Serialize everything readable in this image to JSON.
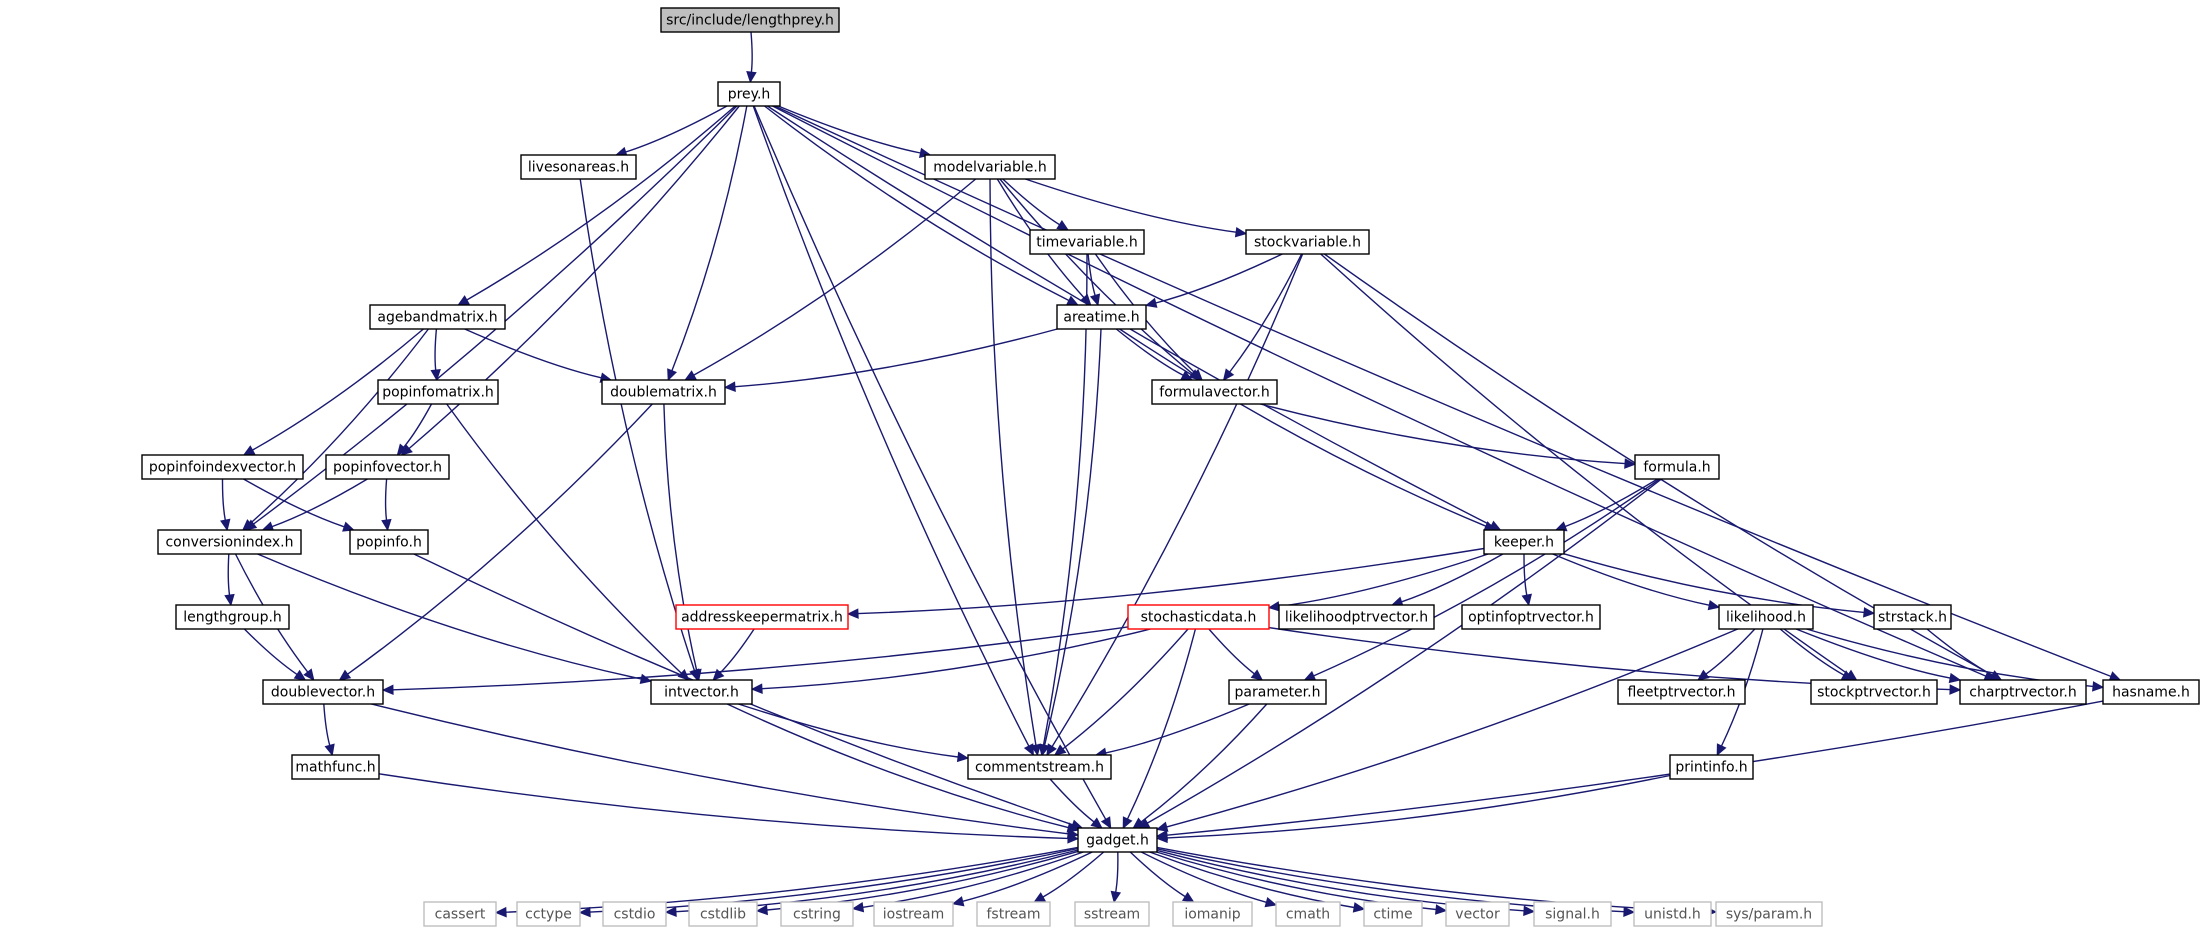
{
  "colors": {
    "edge": "#191970",
    "node_border": "#000000",
    "root_fill": "#bfbfbf",
    "highlight_border": "#ff0000",
    "system_border": "#bfbfbf",
    "system_text": "#555555"
  },
  "nodes": [
    {
      "id": "root",
      "label": "src/include/lengthprey.h",
      "style": "root"
    },
    {
      "id": "prey",
      "label": "prey.h",
      "style": "normal"
    },
    {
      "id": "livesonareas",
      "label": "livesonareas.h",
      "style": "normal"
    },
    {
      "id": "modelvariable",
      "label": "modelvariable.h",
      "style": "normal"
    },
    {
      "id": "timevariable",
      "label": "timevariable.h",
      "style": "normal"
    },
    {
      "id": "stockvariable",
      "label": "stockvariable.h",
      "style": "normal"
    },
    {
      "id": "agebandmatrix",
      "label": "agebandmatrix.h",
      "style": "normal"
    },
    {
      "id": "areatime",
      "label": "areatime.h",
      "style": "normal"
    },
    {
      "id": "popinfomatrix",
      "label": "popinfomatrix.h",
      "style": "normal"
    },
    {
      "id": "doublematrix",
      "label": "doublematrix.h",
      "style": "normal"
    },
    {
      "id": "formulavector",
      "label": "formulavector.h",
      "style": "normal"
    },
    {
      "id": "popinfoindexvector",
      "label": "popinfoindexvector.h",
      "style": "normal"
    },
    {
      "id": "popinfovector",
      "label": "popinfovector.h",
      "style": "normal"
    },
    {
      "id": "formula",
      "label": "formula.h",
      "style": "normal"
    },
    {
      "id": "conversionindex",
      "label": "conversionindex.h",
      "style": "normal"
    },
    {
      "id": "popinfo",
      "label": "popinfo.h",
      "style": "normal"
    },
    {
      "id": "keeper",
      "label": "keeper.h",
      "style": "normal"
    },
    {
      "id": "lengthgroup",
      "label": "lengthgroup.h",
      "style": "normal"
    },
    {
      "id": "addresskeepermatrix",
      "label": "addresskeepermatrix.h",
      "style": "highlight"
    },
    {
      "id": "stochasticdata",
      "label": "stochasticdata.h",
      "style": "highlight"
    },
    {
      "id": "likelihoodptrvector",
      "label": "likelihoodptrvector.h",
      "style": "normal"
    },
    {
      "id": "optinfoptrvector",
      "label": "optinfoptrvector.h",
      "style": "normal"
    },
    {
      "id": "likelihood",
      "label": "likelihood.h",
      "style": "normal"
    },
    {
      "id": "strstack",
      "label": "strstack.h",
      "style": "normal"
    },
    {
      "id": "doublevector",
      "label": "doublevector.h",
      "style": "normal"
    },
    {
      "id": "intvector",
      "label": "intvector.h",
      "style": "normal"
    },
    {
      "id": "parameter",
      "label": "parameter.h",
      "style": "normal"
    },
    {
      "id": "fleetptrvector",
      "label": "fleetptrvector.h",
      "style": "normal"
    },
    {
      "id": "stockptrvector",
      "label": "stockptrvector.h",
      "style": "normal"
    },
    {
      "id": "charptrvector",
      "label": "charptrvector.h",
      "style": "normal"
    },
    {
      "id": "hasname",
      "label": "hasname.h",
      "style": "normal"
    },
    {
      "id": "mathfunc",
      "label": "mathfunc.h",
      "style": "normal"
    },
    {
      "id": "commentstream",
      "label": "commentstream.h",
      "style": "normal"
    },
    {
      "id": "printinfo",
      "label": "printinfo.h",
      "style": "normal"
    },
    {
      "id": "gadget",
      "label": "gadget.h",
      "style": "normal"
    },
    {
      "id": "cassert",
      "label": "cassert",
      "style": "system"
    },
    {
      "id": "cctype",
      "label": "cctype",
      "style": "system"
    },
    {
      "id": "cstdio",
      "label": "cstdio",
      "style": "system"
    },
    {
      "id": "cstdlib",
      "label": "cstdlib",
      "style": "system"
    },
    {
      "id": "cstring",
      "label": "cstring",
      "style": "system"
    },
    {
      "id": "iostream",
      "label": "iostream",
      "style": "system"
    },
    {
      "id": "fstream",
      "label": "fstream",
      "style": "system"
    },
    {
      "id": "sstream",
      "label": "sstream",
      "style": "system"
    },
    {
      "id": "iomanip",
      "label": "iomanip",
      "style": "system"
    },
    {
      "id": "cmath",
      "label": "cmath",
      "style": "system"
    },
    {
      "id": "ctime",
      "label": "ctime",
      "style": "system"
    },
    {
      "id": "vector",
      "label": "vector",
      "style": "system"
    },
    {
      "id": "signal",
      "label": "signal.h",
      "style": "system"
    },
    {
      "id": "unistd",
      "label": "unistd.h",
      "style": "system"
    },
    {
      "id": "sysparam",
      "label": "sys/param.h",
      "style": "system"
    }
  ],
  "edges": [
    [
      "root",
      "prey"
    ],
    [
      "prey",
      "livesonareas"
    ],
    [
      "prey",
      "modelvariable"
    ],
    [
      "prey",
      "agebandmatrix"
    ],
    [
      "prey",
      "areatime"
    ],
    [
      "prey",
      "doublematrix"
    ],
    [
      "prey",
      "popinfovector"
    ],
    [
      "prey",
      "conversionindex"
    ],
    [
      "prey",
      "keeper"
    ],
    [
      "prey",
      "commentstream"
    ],
    [
      "prey",
      "gadget"
    ],
    [
      "prey",
      "charptrvector"
    ],
    [
      "prey",
      "hasname"
    ],
    [
      "livesonareas",
      "intvector"
    ],
    [
      "modelvariable",
      "timevariable"
    ],
    [
      "modelvariable",
      "stockvariable"
    ],
    [
      "modelvariable",
      "areatime"
    ],
    [
      "modelvariable",
      "formulavector"
    ],
    [
      "modelvariable",
      "doublematrix"
    ],
    [
      "modelvariable",
      "commentstream"
    ],
    [
      "timevariable",
      "areatime"
    ],
    [
      "timevariable",
      "formulavector"
    ],
    [
      "timevariable",
      "commentstream"
    ],
    [
      "stockvariable",
      "areatime"
    ],
    [
      "stockvariable",
      "formulavector"
    ],
    [
      "stockvariable",
      "commentstream"
    ],
    [
      "stockvariable",
      "stockptrvector"
    ],
    [
      "stockvariable",
      "charptrvector"
    ],
    [
      "agebandmatrix",
      "popinfomatrix"
    ],
    [
      "agebandmatrix",
      "doublematrix"
    ],
    [
      "agebandmatrix",
      "popinfoindexvector"
    ],
    [
      "agebandmatrix",
      "conversionindex"
    ],
    [
      "areatime",
      "doublematrix"
    ],
    [
      "areatime",
      "formulavector"
    ],
    [
      "areatime",
      "keeper"
    ],
    [
      "areatime",
      "commentstream"
    ],
    [
      "popinfomatrix",
      "popinfovector"
    ],
    [
      "popinfomatrix",
      "intvector"
    ],
    [
      "doublematrix",
      "doublevector"
    ],
    [
      "doublematrix",
      "intvector"
    ],
    [
      "formulavector",
      "formula"
    ],
    [
      "popinfoindexvector",
      "conversionindex"
    ],
    [
      "popinfoindexvector",
      "popinfo"
    ],
    [
      "popinfovector",
      "conversionindex"
    ],
    [
      "popinfovector",
      "popinfo"
    ],
    [
      "formula",
      "keeper"
    ],
    [
      "formula",
      "parameter"
    ],
    [
      "formula",
      "gadget"
    ],
    [
      "conversionindex",
      "lengthgroup"
    ],
    [
      "conversionindex",
      "doublevector"
    ],
    [
      "conversionindex",
      "intvector"
    ],
    [
      "popinfo",
      "gadget"
    ],
    [
      "keeper",
      "addresskeepermatrix"
    ],
    [
      "keeper",
      "stochasticdata"
    ],
    [
      "keeper",
      "likelihoodptrvector"
    ],
    [
      "keeper",
      "optinfoptrvector"
    ],
    [
      "keeper",
      "likelihood"
    ],
    [
      "keeper",
      "strstack"
    ],
    [
      "lengthgroup",
      "doublevector"
    ],
    [
      "addresskeepermatrix",
      "intvector"
    ],
    [
      "stochasticdata",
      "doublevector"
    ],
    [
      "stochasticdata",
      "intvector"
    ],
    [
      "stochasticdata",
      "parameter"
    ],
    [
      "stochasticdata",
      "commentstream"
    ],
    [
      "stochasticdata",
      "gadget"
    ],
    [
      "stochasticdata",
      "charptrvector"
    ],
    [
      "likelihood",
      "fleetptrvector"
    ],
    [
      "likelihood",
      "stockptrvector"
    ],
    [
      "likelihood",
      "printinfo"
    ],
    [
      "likelihood",
      "hasname"
    ],
    [
      "likelihood",
      "gadget"
    ],
    [
      "likelihood",
      "charptrvector"
    ],
    [
      "strstack",
      "charptrvector"
    ],
    [
      "doublevector",
      "mathfunc"
    ],
    [
      "doublevector",
      "gadget"
    ],
    [
      "intvector",
      "commentstream"
    ],
    [
      "intvector",
      "gadget"
    ],
    [
      "parameter",
      "commentstream"
    ],
    [
      "parameter",
      "gadget"
    ],
    [
      "hasname",
      "gadget"
    ],
    [
      "mathfunc",
      "gadget"
    ],
    [
      "commentstream",
      "gadget"
    ],
    [
      "printinfo",
      "gadget"
    ],
    [
      "gadget",
      "cassert"
    ],
    [
      "gadget",
      "cctype"
    ],
    [
      "gadget",
      "cstdio"
    ],
    [
      "gadget",
      "cstdlib"
    ],
    [
      "gadget",
      "cstring"
    ],
    [
      "gadget",
      "iostream"
    ],
    [
      "gadget",
      "fstream"
    ],
    [
      "gadget",
      "sstream"
    ],
    [
      "gadget",
      "iomanip"
    ],
    [
      "gadget",
      "cmath"
    ],
    [
      "gadget",
      "ctime"
    ],
    [
      "gadget",
      "vector"
    ],
    [
      "gadget",
      "signal"
    ],
    [
      "gadget",
      "unistd"
    ],
    [
      "gadget",
      "sysparam"
    ]
  ]
}
